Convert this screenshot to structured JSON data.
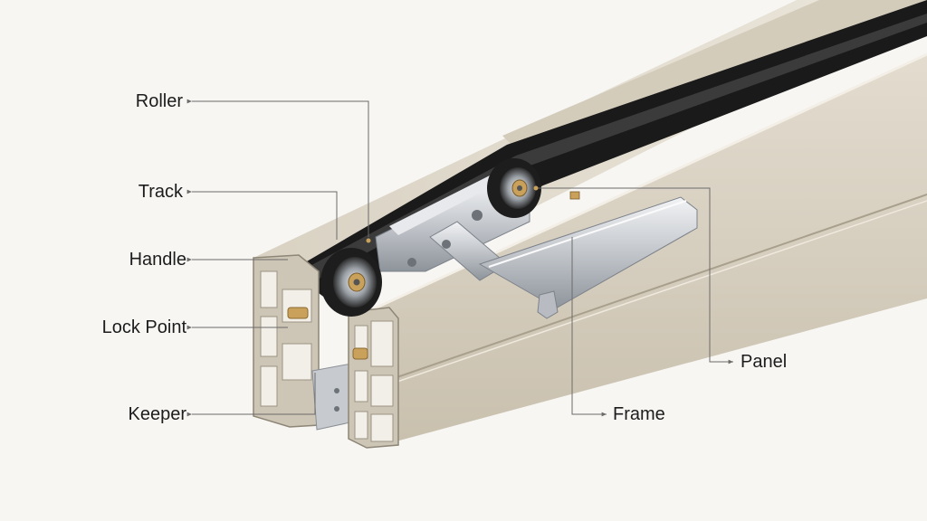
{
  "labels": {
    "roller": "Roller",
    "track": "Track",
    "handle": "Handle",
    "lock_point": "Lock Point",
    "keeper": "Keeper",
    "panel": "Panel",
    "frame": "Frame"
  },
  "colors": {
    "background": "#f7f6f3",
    "profile_face": "#ddd6c8",
    "profile_top": "#cfc7b7",
    "profile_dark": "#bdb4a2",
    "track_black": "#1a1a1a",
    "aluminium": "#c9ccd0",
    "brass": "#c9a15a",
    "leader_line": "#6b6b6b",
    "label_text": "#1c1c1c"
  }
}
